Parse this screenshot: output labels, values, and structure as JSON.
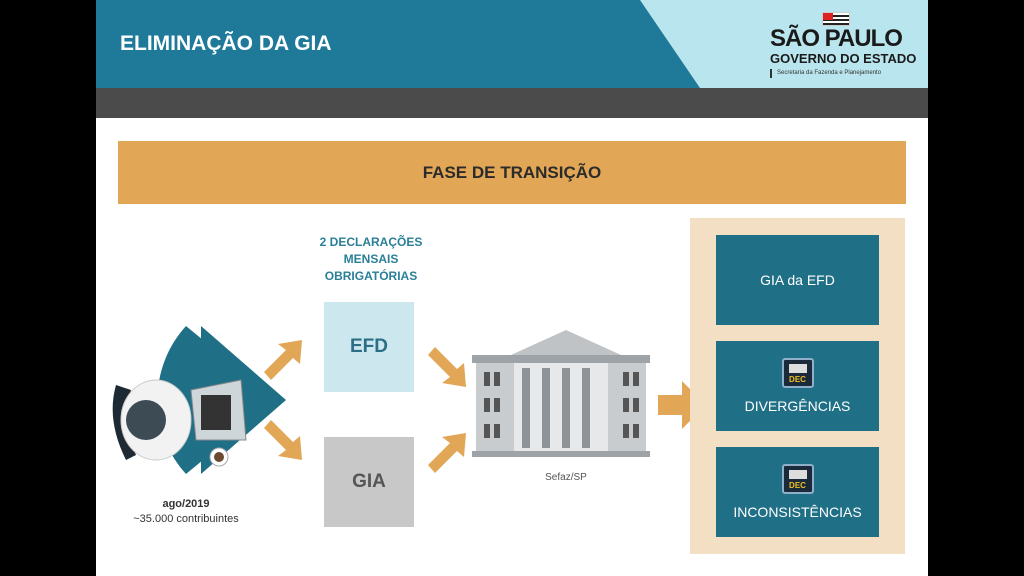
{
  "header": {
    "title": "ELIMINAÇÃO DA GIA",
    "logo": {
      "line1": "SÃO PAULO",
      "line2": "GOVERNO DO ESTADO",
      "line3": "Secretaria da Fazenda e Planejamento"
    }
  },
  "band": {
    "title": "FASE DE TRANSIÇÃO"
  },
  "left": {
    "date": "ago/2019",
    "count": "~35.000 contribuintes"
  },
  "declarations": {
    "heading": "2 DECLARAÇÕES MENSAIS OBRIGATÓRIAS",
    "efd": "EFD",
    "gia": "GIA"
  },
  "center": {
    "label": "Sefaz/SP"
  },
  "right": {
    "items": [
      {
        "label": "GIA da EFD"
      },
      {
        "label": "DIVERGÊNCIAS",
        "icon": "DEC"
      },
      {
        "label": "INCONSISTÊNCIAS",
        "icon": "DEC"
      }
    ]
  },
  "colors": {
    "teal": "#1f7a99",
    "orange": "#e2a756",
    "panel": "#f3dfc4"
  }
}
